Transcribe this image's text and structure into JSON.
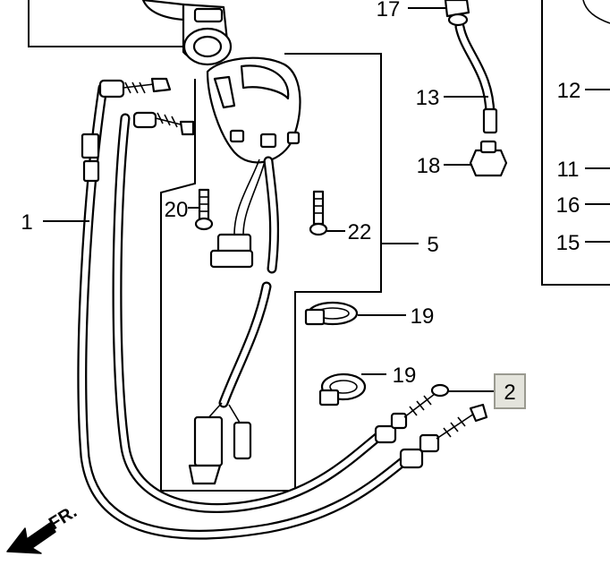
{
  "callouts": {
    "c1": "1",
    "c2": "2",
    "c5": "5",
    "c11": "11",
    "c12": "12",
    "c13": "13",
    "c15": "15",
    "c16": "16",
    "c17": "17",
    "c18": "18",
    "c19a": "19",
    "c19b": "19",
    "c20": "20",
    "c22": "22"
  },
  "front_marker": "FR.",
  "colors": {
    "line": "#000000",
    "highlight_box": "#e4e4dc"
  }
}
